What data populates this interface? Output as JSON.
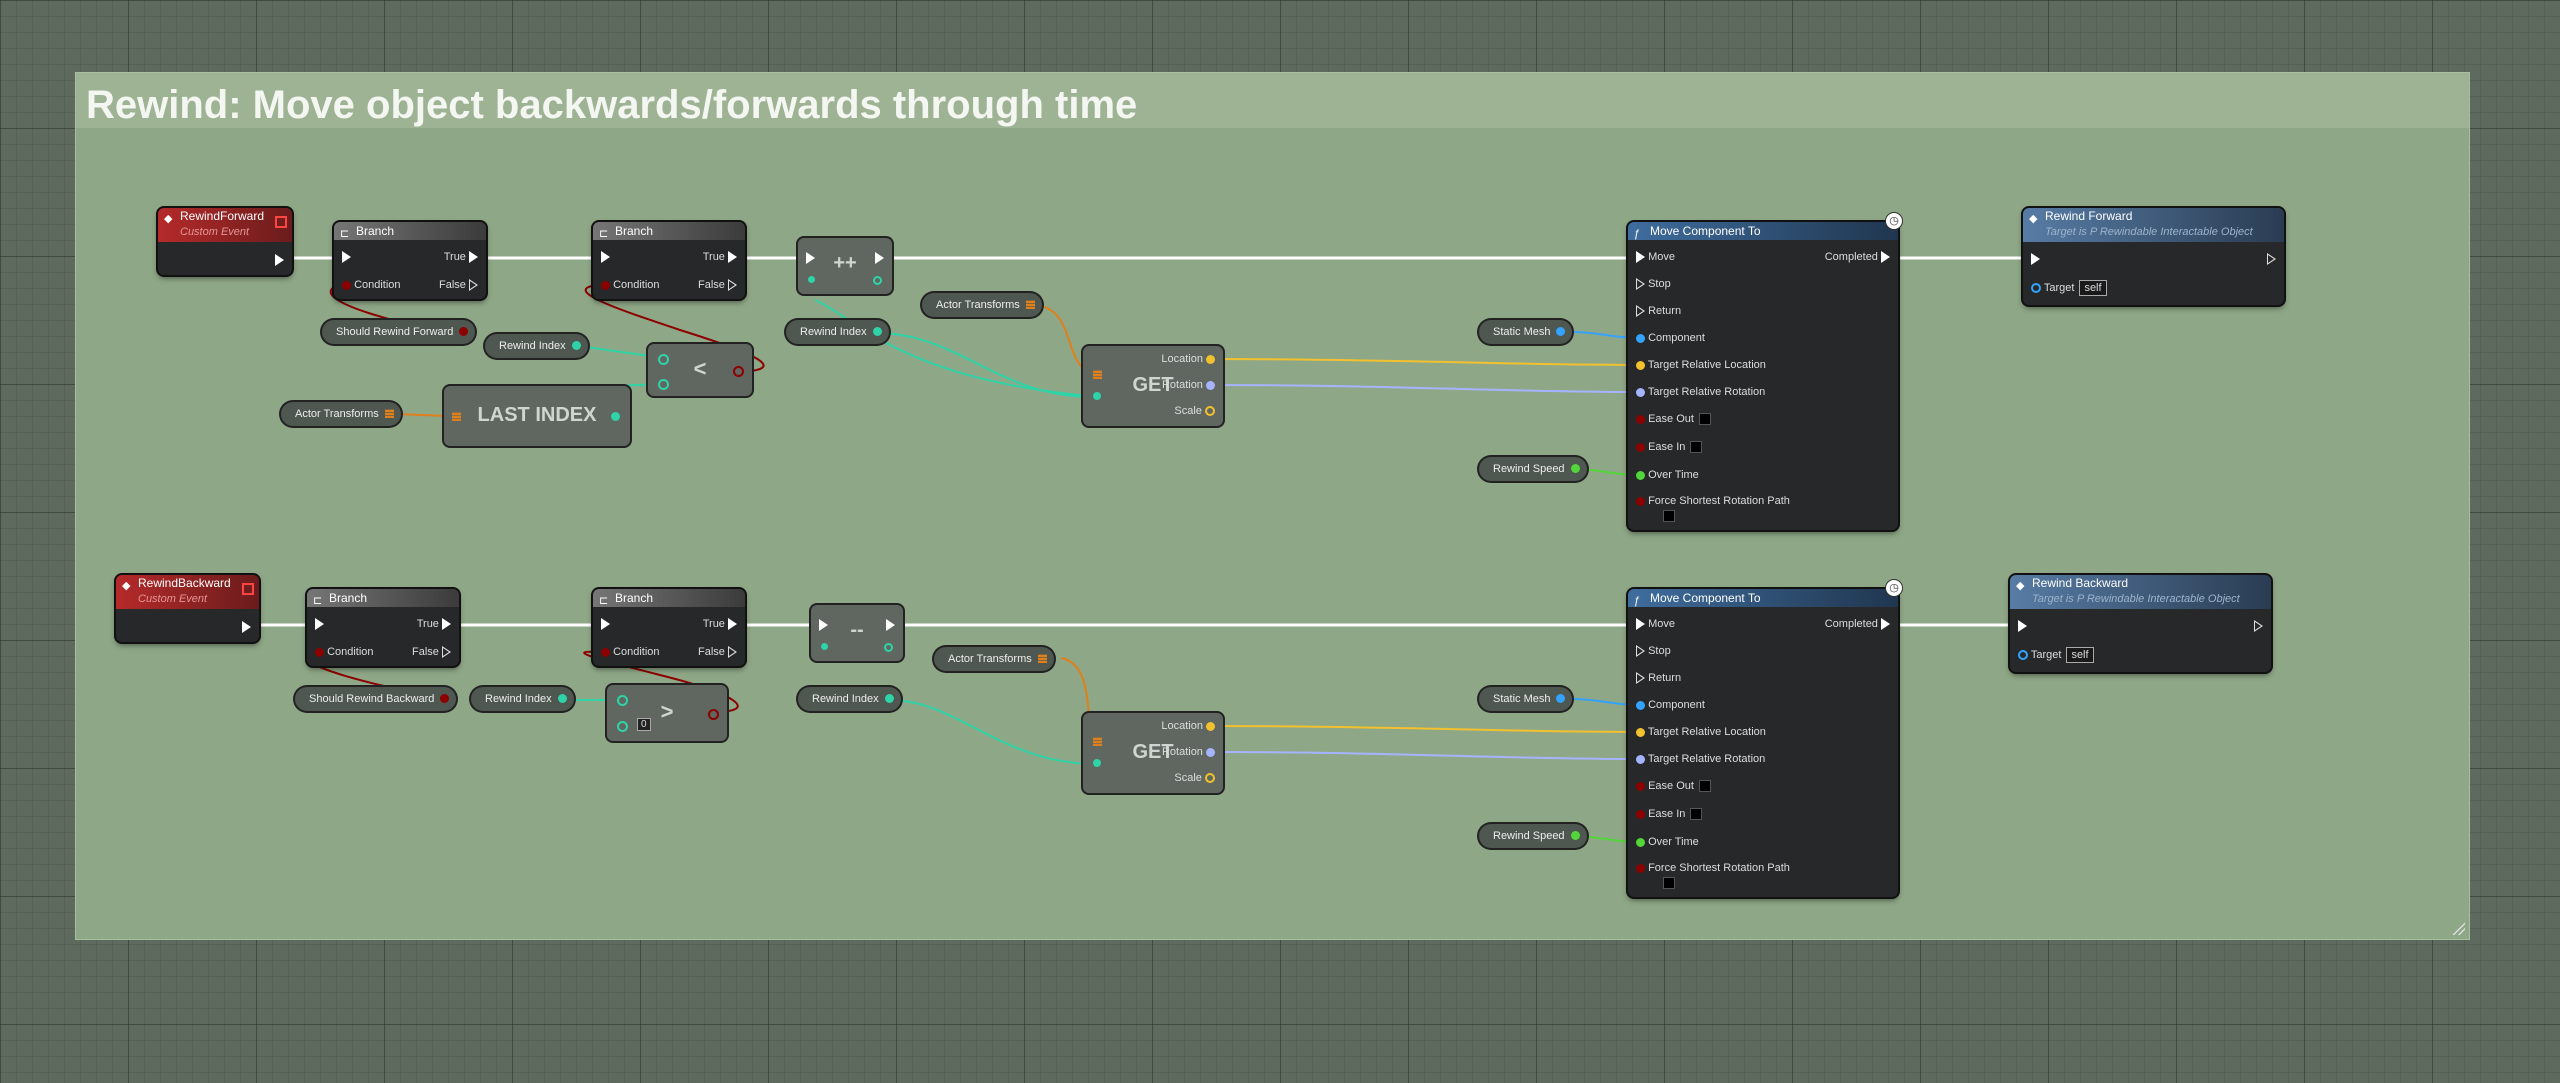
{
  "comment": {
    "title": "Rewind: Move object backwards/forwards through time"
  },
  "colors": {
    "exec": "#ffffff",
    "bool": "#8c0000",
    "int": "#2ed3a8",
    "vector": "#f2c12e",
    "rotator": "#a6b3ff",
    "component": "#33a3ff",
    "float": "#53d63a",
    "array": "#e0801c"
  },
  "row_forward": {
    "event": {
      "title": "RewindForward",
      "subtitle": "Custom Event"
    },
    "branch1": {
      "title": "Branch",
      "true": "True",
      "false": "False",
      "condition": "Condition"
    },
    "branch2": {
      "title": "Branch",
      "true": "True",
      "false": "False",
      "condition": "Condition"
    },
    "should_var": "Should Rewind Forward",
    "index_var1": "Rewind Index",
    "actor_transforms_var1": "Actor Transforms",
    "last_index": "LAST INDEX",
    "compare_op": "<",
    "increment_op": "++",
    "index_var2": "Rewind Index",
    "actor_transforms_var2": "Actor Transforms",
    "get": {
      "title": "GET",
      "location": "Location",
      "rotation": "Rotation",
      "scale": "Scale"
    },
    "static_mesh_var": "Static Mesh",
    "rewind_speed_var": "Rewind Speed",
    "move": {
      "title": "Move Component To",
      "move": "Move",
      "stop": "Stop",
      "return": "Return",
      "completed": "Completed",
      "component": "Component",
      "target_loc": "Target Relative Location",
      "target_rot": "Target Relative Rotation",
      "ease_out": "Ease Out",
      "ease_in": "Ease In",
      "over_time": "Over Time",
      "force": "Force Shortest Rotation Path"
    },
    "call": {
      "title": "Rewind Forward",
      "subtitle": "Target is P Rewindable Interactable Object",
      "target": "Target",
      "self": "self"
    }
  },
  "row_backward": {
    "event": {
      "title": "RewindBackward",
      "subtitle": "Custom Event"
    },
    "branch1": {
      "title": "Branch",
      "true": "True",
      "false": "False",
      "condition": "Condition"
    },
    "branch2": {
      "title": "Branch",
      "true": "True",
      "false": "False",
      "condition": "Condition"
    },
    "should_var": "Should Rewind Backward",
    "index_var1": "Rewind Index",
    "compare_op": ">",
    "compare_const": "0",
    "decrement_op": "--",
    "index_var2": "Rewind Index",
    "actor_transforms_var2": "Actor Transforms",
    "get": {
      "title": "GET",
      "location": "Location",
      "rotation": "Rotation",
      "scale": "Scale"
    },
    "static_mesh_var": "Static Mesh",
    "rewind_speed_var": "Rewind Speed",
    "move": {
      "title": "Move Component To",
      "move": "Move",
      "stop": "Stop",
      "return": "Return",
      "completed": "Completed",
      "component": "Component",
      "target_loc": "Target Relative Location",
      "target_rot": "Target Relative Rotation",
      "ease_out": "Ease Out",
      "ease_in": "Ease In",
      "over_time": "Over Time",
      "force": "Force Shortest Rotation Path"
    },
    "call": {
      "title": "Rewind Backward",
      "subtitle": "Target is P Rewindable Interactable Object",
      "target": "Target",
      "self": "self"
    }
  }
}
